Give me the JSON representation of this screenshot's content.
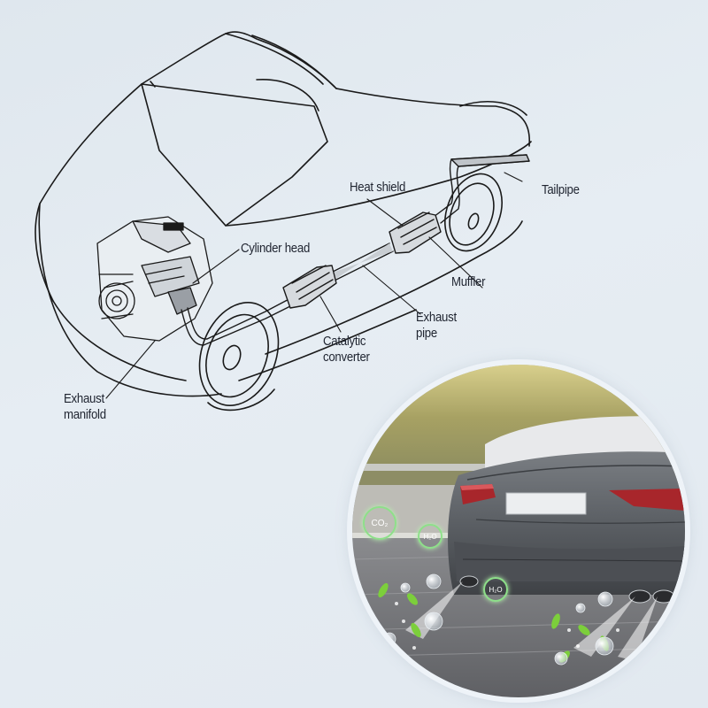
{
  "diagram": {
    "title": "Car exhaust system",
    "labels": {
      "cylinder_head": "Cylinder head",
      "heat_shield": "Heat shield",
      "tailpipe": "Tailpipe",
      "muffler": "Muffler",
      "exhaust_pipe_line1": "Exhaust",
      "exhaust_pipe_line2": "pipe",
      "catalytic_line1": "Catalytic",
      "catalytic_line2": "converter",
      "manifold_line1": "Exhaust",
      "manifold_line2": "manifold"
    }
  },
  "photo": {
    "molecules": {
      "co2": "CO₂",
      "h2o_a": "H₂O",
      "h2o_b": "H₂O"
    }
  },
  "colors": {
    "background": "#e3eaf1",
    "line_art": "#1a1a1a",
    "label_text": "#1f2430",
    "molecule_ring": "#8ee08a",
    "taillight": "#a8262b",
    "car_body": "#5d6166"
  }
}
